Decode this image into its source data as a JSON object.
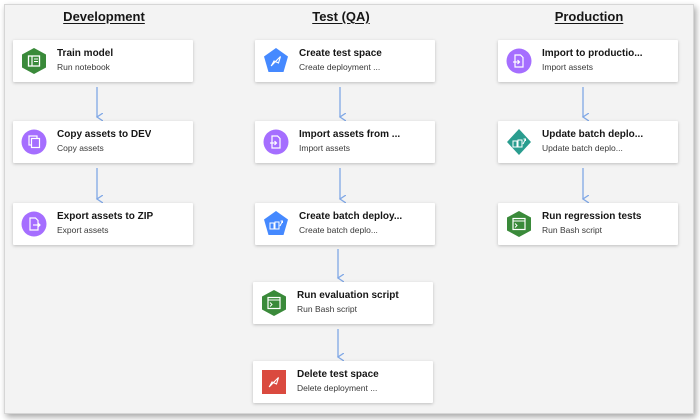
{
  "columns": {
    "development": "Development",
    "test": "Test (QA)",
    "production": "Production"
  },
  "colors": {
    "green": "#3a8a3a",
    "purple": "#a56eff",
    "blue": "#4589ff",
    "teal": "#2a9d8f",
    "red": "#da4a3f",
    "arrow": "#7fa7e6"
  },
  "dev": {
    "train": {
      "title": "Train model",
      "subtitle": "Run notebook",
      "icon": "notebook-icon"
    },
    "copy": {
      "title": "Copy assets to DEV",
      "subtitle": "Copy assets",
      "icon": "copy-icon"
    },
    "export": {
      "title": "Export assets to ZIP",
      "subtitle": "Export assets",
      "icon": "export-icon"
    }
  },
  "test": {
    "create_space": {
      "title": "Create test space",
      "subtitle": "Create deployment ...",
      "icon": "rocket-icon"
    },
    "import": {
      "title": "Import assets from ...",
      "subtitle": "Import assets",
      "icon": "import-icon"
    },
    "batch": {
      "title": "Create batch deploy...",
      "subtitle": "Create batch deplo...",
      "icon": "batch-icon"
    },
    "eval": {
      "title": "Run evaluation script",
      "subtitle": "Run Bash script",
      "icon": "terminal-icon"
    },
    "delete_space": {
      "title": "Delete test space",
      "subtitle": "Delete deployment ...",
      "icon": "rocket-icon"
    }
  },
  "prod": {
    "import": {
      "title": "Import to productio...",
      "subtitle": "Import assets",
      "icon": "import-icon"
    },
    "update": {
      "title": "Update batch deplo...",
      "subtitle": "Update batch deplo...",
      "icon": "batch-icon"
    },
    "regression": {
      "title": "Run regression tests",
      "subtitle": "Run Bash script",
      "icon": "terminal-icon"
    }
  }
}
